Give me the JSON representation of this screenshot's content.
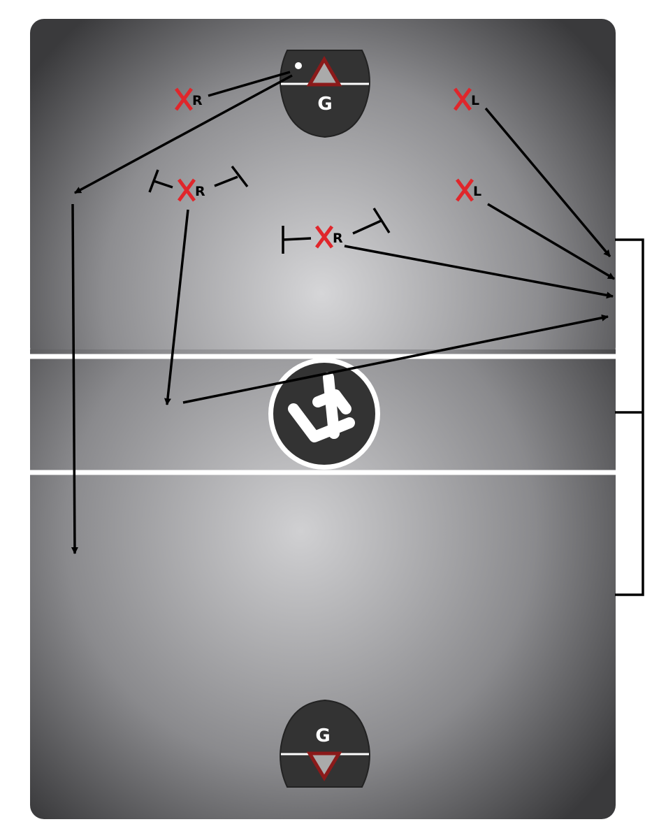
{
  "goals": {
    "top_label": "G",
    "bottom_label": "G"
  },
  "players": [
    {
      "id": "p1",
      "mark": "X",
      "hand": "R"
    },
    {
      "id": "p2",
      "mark": "X",
      "hand": "L"
    },
    {
      "id": "p3",
      "mark": "X",
      "hand": "R"
    },
    {
      "id": "p4",
      "mark": "X",
      "hand": "L"
    },
    {
      "id": "p5",
      "mark": "X",
      "hand": "R"
    }
  ],
  "logo": {
    "text": "lf"
  },
  "colors": {
    "field_center": "#d4d4d6",
    "field_edge": "#3a3a3c",
    "player_x": "#e0262b",
    "goal_crease": "#333333",
    "goal_triangle": "#8b1a1a"
  }
}
